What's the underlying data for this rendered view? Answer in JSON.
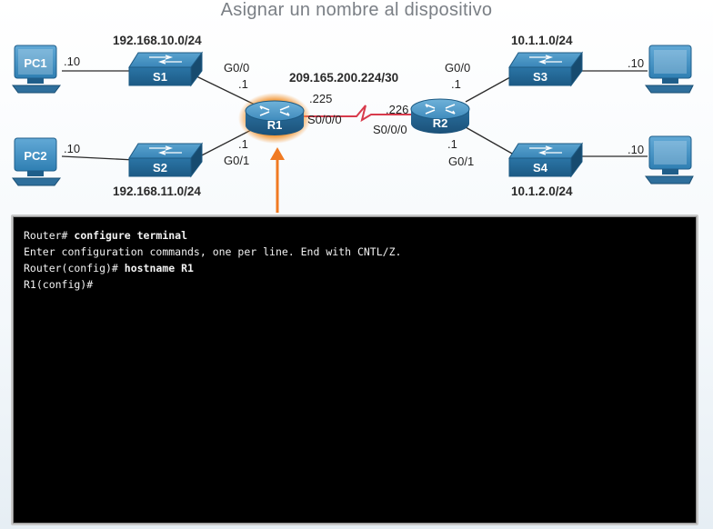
{
  "title": "Asignar un nombre al dispositivo",
  "colors": {
    "device_blue": "#2f7aa8",
    "serial_link": "#d83a4c",
    "highlight_arrow": "#f07a22",
    "terminal_bg": "#000000"
  },
  "devices": {
    "pc1": "PC1",
    "pc2": "PC2",
    "s1": "S1",
    "s2": "S2",
    "s3": "S3",
    "s4": "S4",
    "r1": "R1",
    "r2": "R2"
  },
  "networks": {
    "lan1": "192.168.10.0/24",
    "lan2": "192.168.11.0/24",
    "wan": "209.165.200.224/30",
    "lan3": "10.1.1.0/24",
    "lan4": "10.1.2.0/24"
  },
  "labels": {
    "pc1_host": ".10",
    "pc2_host": ".10",
    "pc3_host": ".10",
    "pc4_host": ".10",
    "r1_g00_if": "G0/0",
    "r1_g00_ip": ".1",
    "r1_g01_ip": ".1",
    "r1_g01_if": "G0/1",
    "r1_s000_ip": ".225",
    "r1_s000_if": "S0/0/0",
    "r2_s000_ip": ".226",
    "r2_s000_if": "S0/0/0",
    "r2_g00_if": "G0/0",
    "r2_g00_ip": ".1",
    "r2_g01_ip": ".1",
    "r2_g01_if": "G0/1"
  },
  "terminal": {
    "lines": [
      {
        "prompt": "Router# ",
        "command": "configure terminal"
      },
      {
        "prompt": "Enter configuration commands, one per line. End with CNTL/Z.",
        "command": ""
      },
      {
        "prompt": "Router(config)# ",
        "command": "hostname R1"
      },
      {
        "prompt": "R1(config)#",
        "command": ""
      }
    ]
  }
}
